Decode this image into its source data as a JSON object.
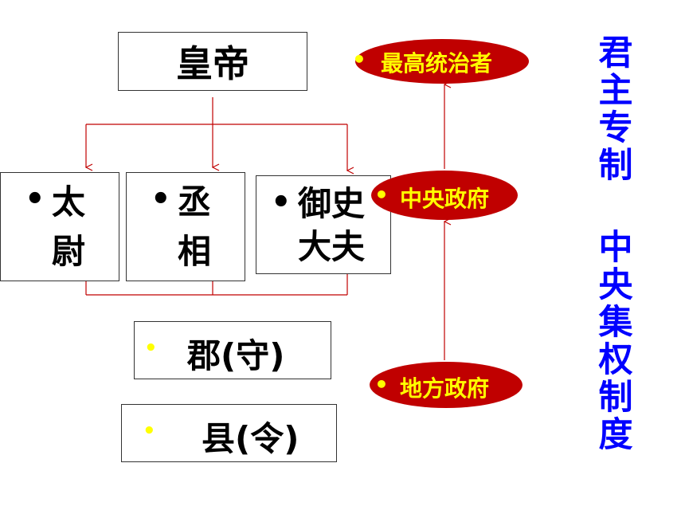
{
  "emperor": {
    "label": "皇帝"
  },
  "ministers": [
    {
      "bullet": "•",
      "line1": "太",
      "line2": "尉"
    },
    {
      "bullet": "•",
      "line1": "丞",
      "line2": "相"
    },
    {
      "bullet": "•",
      "line1": "御史",
      "line2": "大夫"
    }
  ],
  "local": {
    "commandery": {
      "bullet": "•",
      "label": "郡(守)"
    },
    "county": {
      "bullet": "•",
      "label": "县(令)"
    }
  },
  "levels": [
    {
      "bullet": "•",
      "label": "最高统治者"
    },
    {
      "bullet": "•",
      "label": "中央政府"
    },
    {
      "bullet": "•",
      "label": "地方政府"
    }
  ],
  "vertical_titles": {
    "first": [
      "君",
      "主",
      "专",
      "制"
    ],
    "second": [
      "中",
      "央",
      "集",
      "权",
      "制",
      "度"
    ]
  },
  "colors": {
    "ellipse_fill": "#c00000",
    "ellipse_text": "#ffff00",
    "title_text": "#0000ff",
    "connector": "#c00000"
  }
}
